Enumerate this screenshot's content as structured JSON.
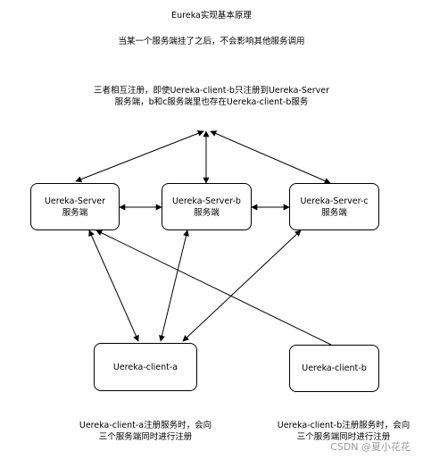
{
  "title": "Eureka实现基本原理",
  "subtitle": "当某一个服务端挂了之后，不会影响其他服务调用",
  "top_note": {
    "line1": "三者相互注册，即使Uereka-client-b只注册到Uereka-Server",
    "line2": "服务端，b和c服务端里也存在Uereka-client-b服务"
  },
  "nodes": {
    "server": {
      "name": "Uereka-Server",
      "sub": "服务端"
    },
    "server_b": {
      "name": "Uereka-Server-b",
      "sub": "服务端"
    },
    "server_c": {
      "name": "Uereka-Server-c",
      "sub": "服务端"
    },
    "client_a": {
      "name": "Uereka-client-a"
    },
    "client_b": {
      "name": "Uereka-client-b"
    }
  },
  "notes": {
    "client_a": {
      "line1": "Uereka-client-a注册服务时，会向",
      "line2": "三个服务端同时进行注册"
    },
    "client_b": {
      "line1": "Uereka-client-b注册服务时，会向",
      "line2": "三个服务端同时进行注册"
    }
  },
  "watermark": "CSDN @夏小花花"
}
